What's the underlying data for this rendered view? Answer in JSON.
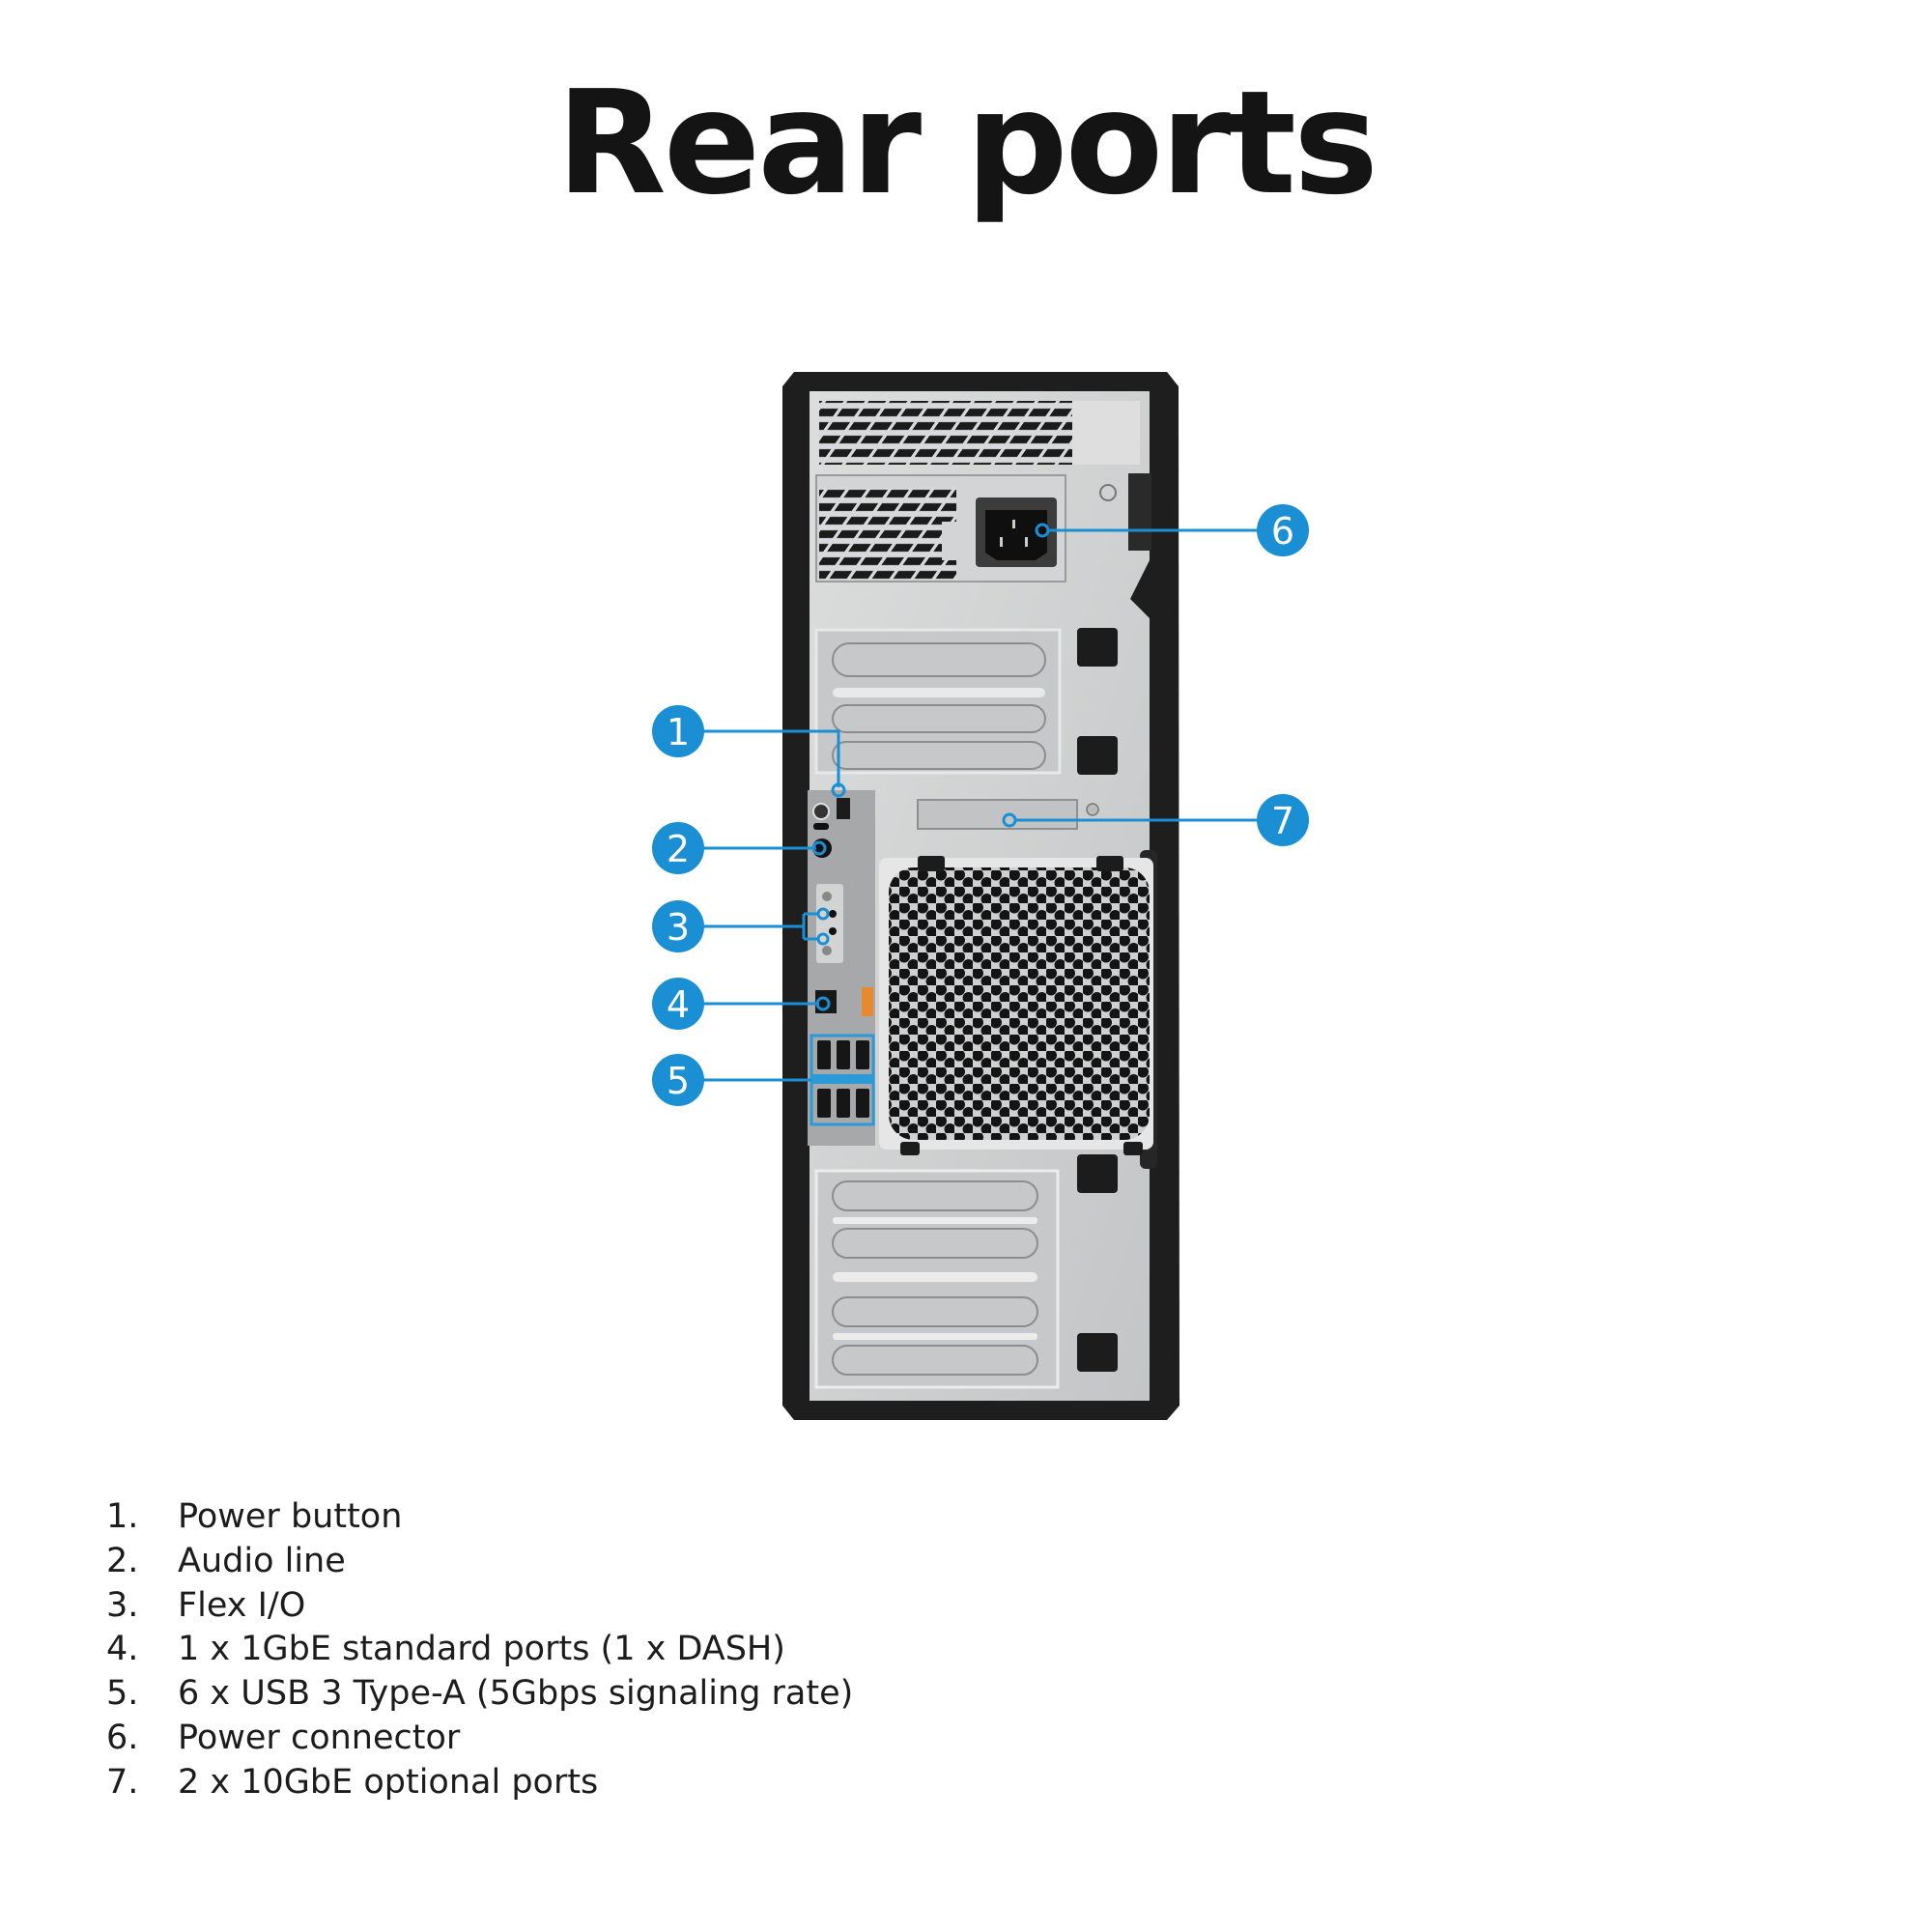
{
  "title": "Rear ports",
  "colors": {
    "callout": "#1a8fd3",
    "chassis": "#1e1e1e",
    "panel": "#c9cacb",
    "usb_highlight": "#2a9ad8",
    "dash_label": "#e58a2e"
  },
  "callouts": [
    {
      "number": "1",
      "label": "Power button"
    },
    {
      "number": "2",
      "label": "Audio line"
    },
    {
      "number": "3",
      "label": "Flex I/O"
    },
    {
      "number": "4",
      "label": "1 x 1GbE standard ports (1 x DASH)"
    },
    {
      "number": "5",
      "label": "6 x USB 3 Type-A (5Gbps signaling rate)"
    },
    {
      "number": "6",
      "label": "Power connector"
    },
    {
      "number": "7",
      "label": "2 x 10GbE optional ports"
    }
  ],
  "legend": [
    {
      "index": "1.",
      "text": "Power button"
    },
    {
      "index": "2.",
      "text": "Audio line"
    },
    {
      "index": "3.",
      "text": "Flex I/O"
    },
    {
      "index": "4.",
      "text": "1 x 1GbE standard ports (1 x DASH)"
    },
    {
      "index": "5.",
      "text": "6 x USB 3 Type-A (5Gbps signaling rate)"
    },
    {
      "index": "6.",
      "text": "Power connector"
    },
    {
      "index": "7.",
      "text": "2 x 10GbE optional ports"
    }
  ]
}
